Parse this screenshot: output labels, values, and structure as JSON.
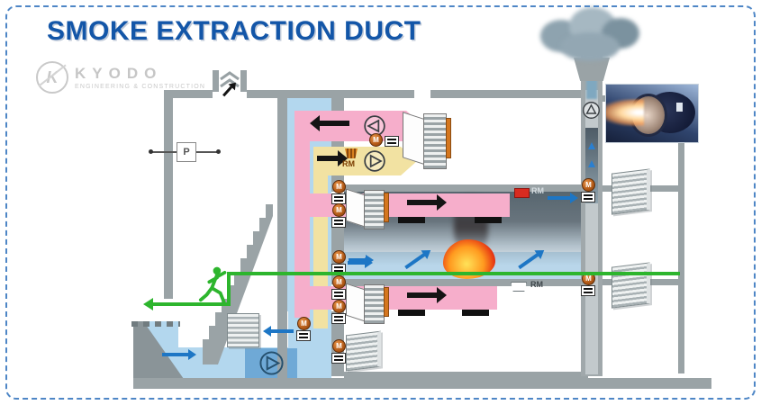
{
  "header": {
    "title": "SMOKE EXTRACTION DUCT"
  },
  "logo": {
    "name": "KYODO",
    "tagline": "ENGINEERING & CONSTRUCTION"
  },
  "labels": {
    "pressure_sensor": "P",
    "detector": "RM",
    "actuator": "M"
  },
  "colors": {
    "title_blue": "#1356a8",
    "frame_dash_blue": "#4e86c6",
    "wall_gray": "#9aa3a6",
    "smoke_extract_duct_pink": "#f6aecb",
    "supply_duct_yellow": "#f2e2a2",
    "fresh_air_blue": "#b3d7ee",
    "escape_route_green": "#2db52d",
    "flow_arrow_blue": "#1d76c5",
    "flow_arrow_black": "#141414",
    "actuator_orange": "#b35a17",
    "alarm_red": "#d92b20"
  },
  "icons": [
    "fan-icon",
    "motor-actuator-icon",
    "damper-icon",
    "louver-icon",
    "smoke-detector-icon",
    "pressure-sensor-icon",
    "running-person-icon",
    "fire-icon",
    "smoke-cloud-icon",
    "roof-vent-icon",
    "fan-photo"
  ]
}
